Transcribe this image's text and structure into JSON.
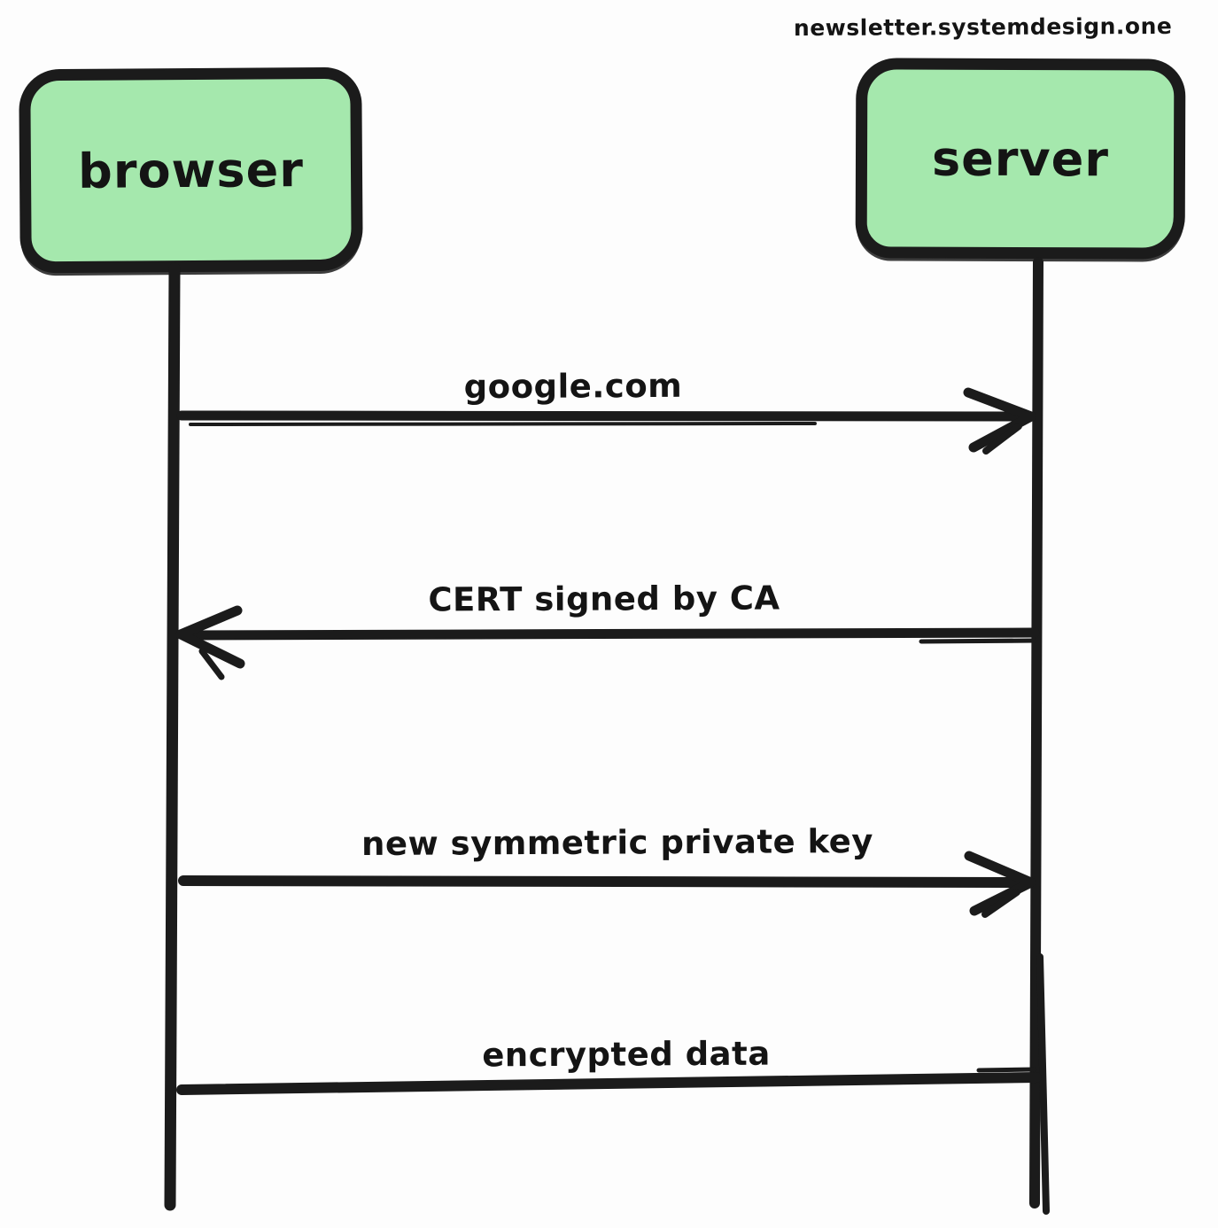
{
  "watermark": "newsletter.systemdesign.one",
  "diagram_type": "sequence",
  "actors": [
    {
      "id": "browser",
      "label": "browser"
    },
    {
      "id": "server",
      "label": "server"
    }
  ],
  "messages": [
    {
      "from": "browser",
      "to": "server",
      "label": "google.com",
      "direction": "right",
      "arrowhead": true
    },
    {
      "from": "server",
      "to": "browser",
      "label": "CERT signed by CA",
      "direction": "left",
      "arrowhead": true
    },
    {
      "from": "browser",
      "to": "server",
      "label": "new symmetric private key",
      "direction": "right",
      "arrowhead": true
    },
    {
      "from": "browser",
      "to": "server",
      "label": "encrypted data",
      "direction": "none",
      "arrowhead": false
    }
  ],
  "colors": {
    "actor_fill": "#a5e8ad",
    "stroke": "#1b1b1b",
    "background": "#fdfdfd"
  }
}
